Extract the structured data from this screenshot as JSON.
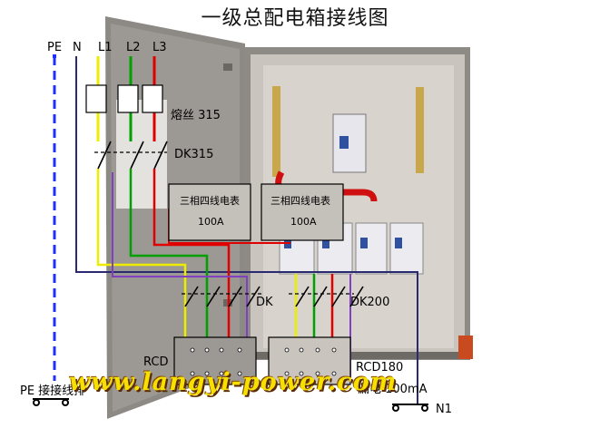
{
  "title": "一级总配电箱接线图",
  "phase_labels": {
    "pe": "PE",
    "n": "N",
    "l1": "L1",
    "l2": "L2",
    "l3": "L3"
  },
  "fuse": {
    "label": "熔丝 315"
  },
  "main_switch": {
    "label": "DK315"
  },
  "meters": [
    {
      "name": "三相四线电表",
      "rating": "100A"
    },
    {
      "name": "三相四线电表",
      "rating": "100A"
    }
  ],
  "breakers": {
    "left_label": "DK",
    "right_label": "DK200"
  },
  "rcd": {
    "left_label": "RCD",
    "right_label": "RCD180",
    "leak_label": "漏电 100mA"
  },
  "ground": {
    "label": "PE 接接线排"
  },
  "output": {
    "label": "N1"
  },
  "watermark": "www.langyi-power.com",
  "colors": {
    "pe": "#2030ff",
    "n": "#1a1a6e",
    "l1": "#e8e800",
    "l2": "#00a000",
    "l3": "#e00000",
    "cabinet": "#9a9490",
    "panel": "#b8b2aa",
    "purple": "#8040c0"
  }
}
